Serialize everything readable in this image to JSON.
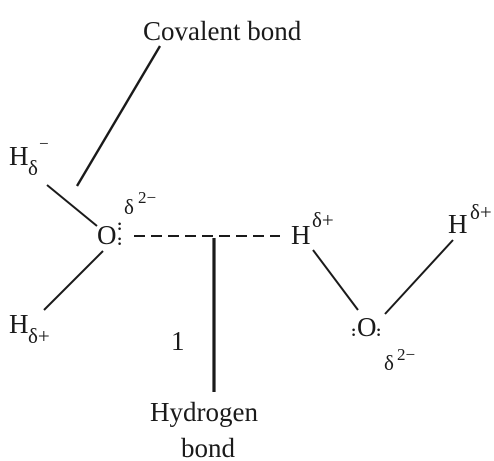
{
  "labels": {
    "covalent_bond": "Covalent bond",
    "hydrogen_bond_line1": "Hydrogen",
    "hydrogen_bond_line2": "bond",
    "number": "1"
  },
  "molecule_left": {
    "h_top": {
      "symbol": "H",
      "charge": "δ",
      "sign": "−"
    },
    "oxygen": {
      "symbol": "O",
      "charge": "δ",
      "sign": "2−"
    },
    "h_bottom": {
      "symbol": "H",
      "charge": "δ+"
    }
  },
  "molecule_right": {
    "h_left": {
      "symbol": "H",
      "charge": "δ+"
    },
    "h_right": {
      "symbol": "H",
      "charge": "δ+"
    },
    "oxygen": {
      "symbol": "O",
      "charge": "δ",
      "sign": "2−"
    }
  },
  "lone_pair_glyph": ":"
}
